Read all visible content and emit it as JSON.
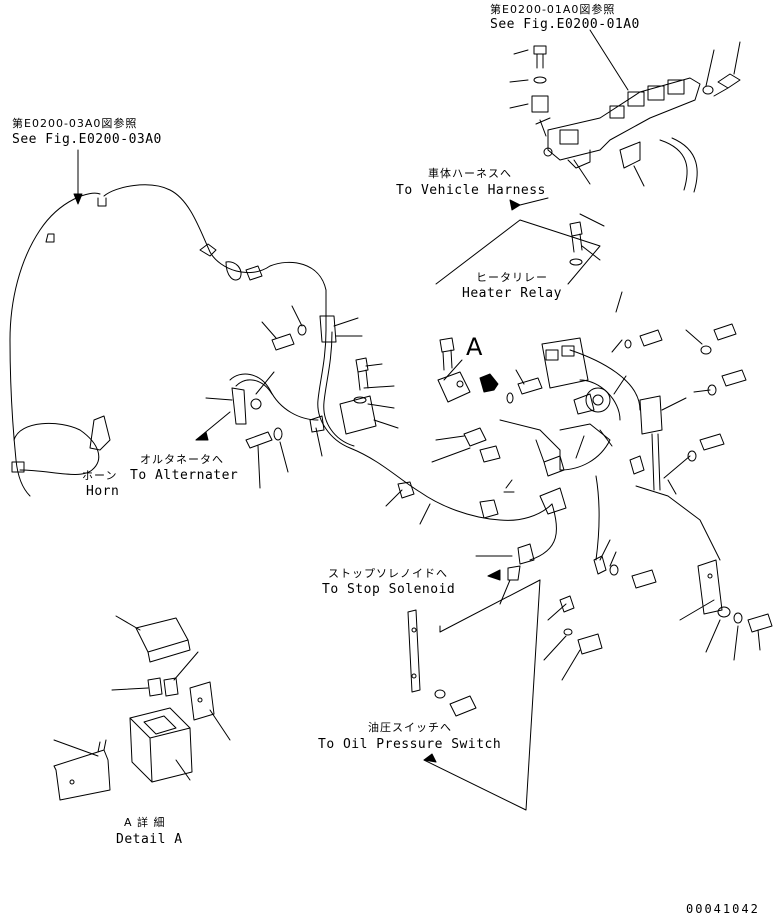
{
  "labels": {
    "fig_01a0_jp": "第E0200-01A0図参照",
    "fig_01a0_en": "See Fig.E0200-01A0",
    "fig_03a0_jp": "第E0200-03A0図参照",
    "fig_03a0_en": "See Fig.E0200-03A0",
    "vehicle_harness_jp": "車体ハーネスへ",
    "vehicle_harness_en": "To Vehicle Harness",
    "heater_relay_jp": "ヒータリレー",
    "heater_relay_en": "Heater Relay",
    "alternator_jp": "オルタネータへ",
    "alternator_en": "To Alternater",
    "horn_jp": "ホーン",
    "horn_en": "Horn",
    "stop_solenoid_jp": "ストップソレノイドへ",
    "stop_solenoid_en": "To Stop Solenoid",
    "oil_pressure_jp": "油圧スイッチへ",
    "oil_pressure_en": "To Oil Pressure Switch",
    "detail_a_jp": "A 詳 細",
    "detail_a_en": "Detail A",
    "view_a": "A",
    "drawing_number": "00041042"
  }
}
